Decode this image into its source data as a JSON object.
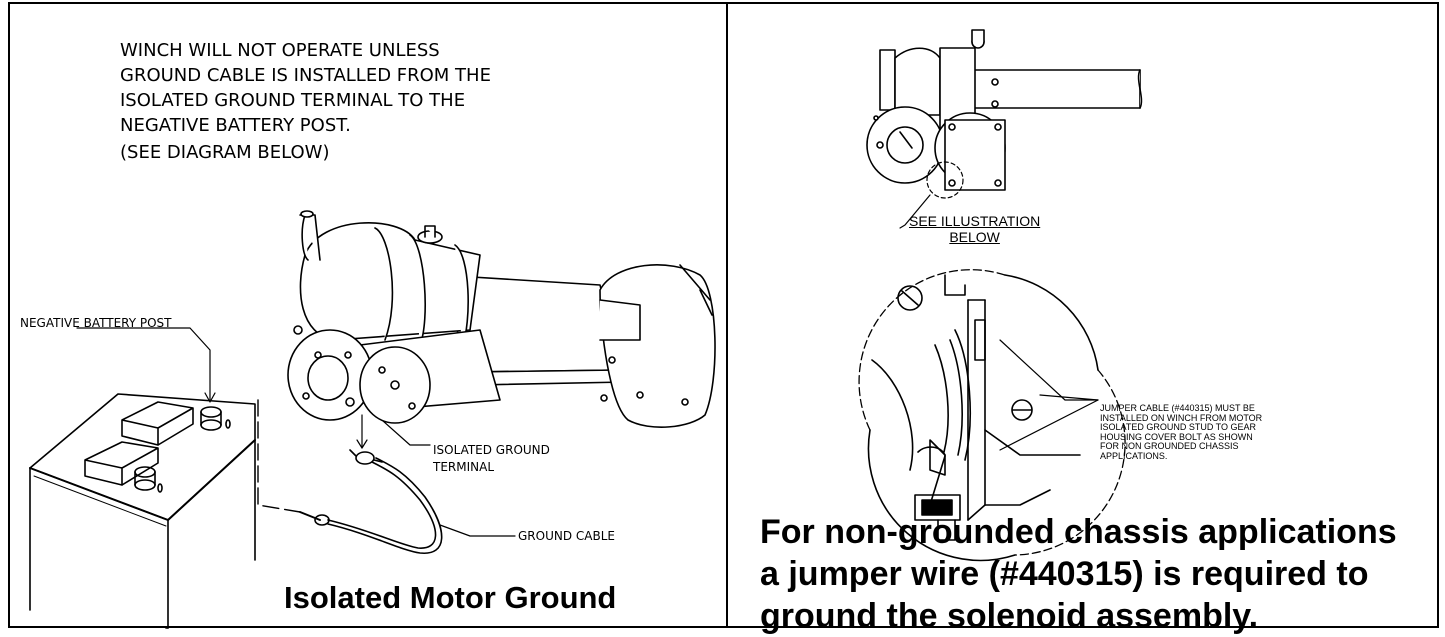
{
  "left_panel": {
    "warning_lines": [
      "WINCH WILL NOT OPERATE UNLESS",
      "GROUND CABLE IS INSTALLED FROM THE",
      "ISOLATED GROUND TERMINAL TO THE",
      "NEGATIVE BATTERY POST."
    ],
    "warning_see": "(SEE DIAGRAM BELOW)",
    "labels": {
      "negative_post": "NEGATIVE BATTERY POST",
      "isolated_terminal_line1": "ISOLATED GROUND",
      "isolated_terminal_line2": "TERMINAL",
      "ground_cable": "GROUND CABLE"
    },
    "caption": "Isolated Motor Ground"
  },
  "right_panel": {
    "see_illustration_line1": "SEE ILLUSTRATION",
    "see_illustration_line2": "BELOW",
    "jumper_note_lines": [
      "JUMPER CABLE (#440315) MUST BE",
      "INSTALLED ON WINCH FROM MOTOR",
      "ISOLATED GROUND STUD TO GEAR",
      "HOUSING COVER BOLT AS SHOWN",
      "FOR NON GROUNDED CHASSIS",
      "APPLICATIONS."
    ],
    "caption_lines": [
      "For non-grounded chassis applications",
      "a jumper wire (#440315) is required to",
      "ground the solenoid assembly."
    ]
  }
}
